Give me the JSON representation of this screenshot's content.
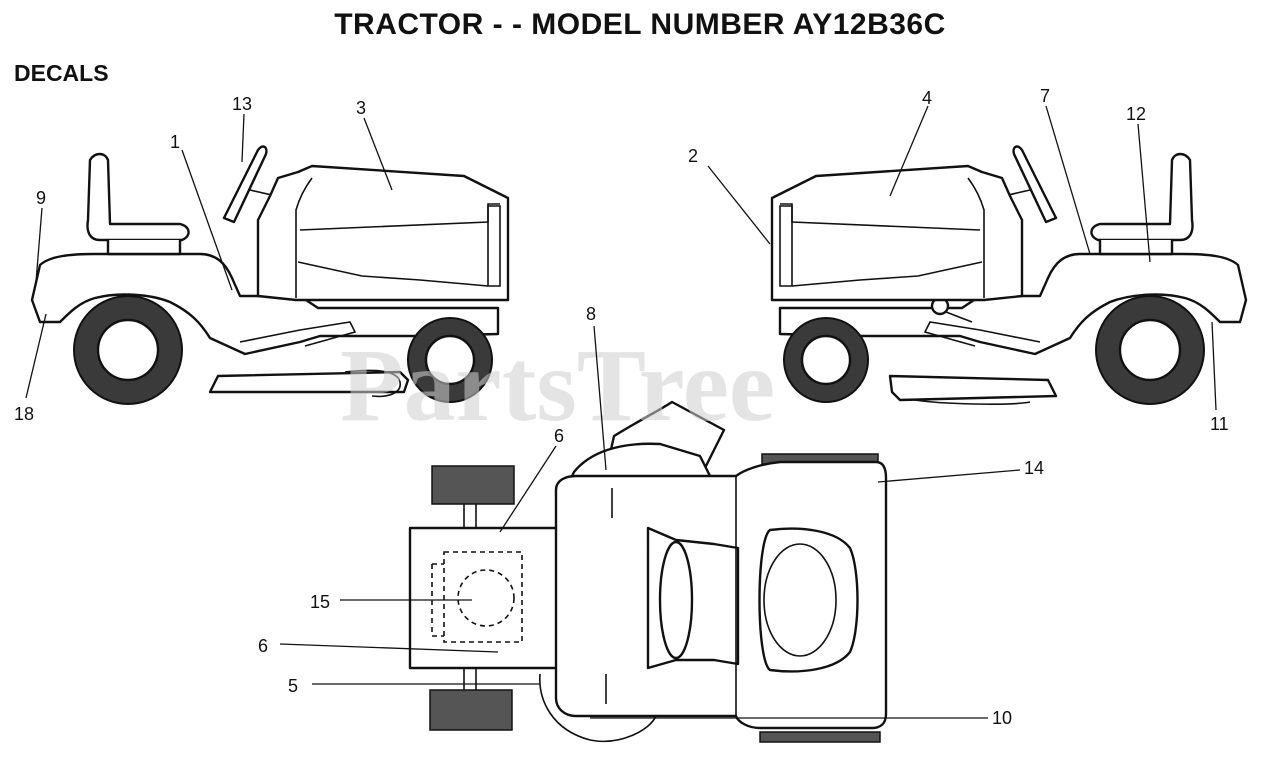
{
  "title": "TRACTOR - - MODEL NUMBER AY12B36C",
  "section": "DECALS",
  "watermark": "PartsTree",
  "callouts": [
    "1",
    "2",
    "3",
    "4",
    "5",
    "6",
    "6",
    "7",
    "8",
    "9",
    "10",
    "11",
    "12",
    "13",
    "14",
    "15",
    "18"
  ]
}
